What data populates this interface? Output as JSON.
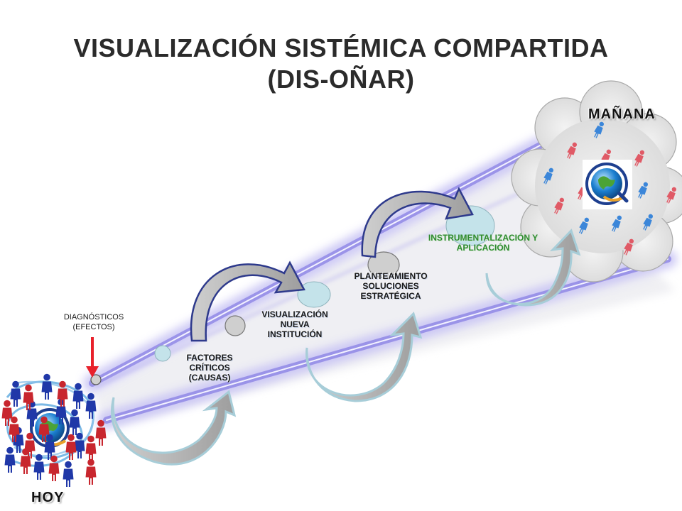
{
  "title": {
    "line1": "VISUALIZACIÓN SISTÉMICA COMPARTIDA",
    "line2": "(DIS-OÑAR)"
  },
  "labels": {
    "hoy": "HOY",
    "manana": "MAÑANA",
    "diagnosticos_line1": "DIAGNÓSTICOS",
    "diagnosticos_line2": "(EFECTOS)",
    "factores_line1": "FACTORES",
    "factores_line2": "CRÍTICOS",
    "factores_line3": "(CAUSAS)",
    "visualizacion_line1": "VISUALIZACIÓN",
    "visualizacion_line2": "NUEVA",
    "visualizacion_line3": "INSTITUCIÓN",
    "planteamiento_line1": "PLANTEAMIENTO",
    "planteamiento_line2": "SOLUCIONES",
    "planteamiento_line3": "ESTRATÉGICA",
    "instrumentalizacion_line1": "INSTRUMENTALIZACIÓN  Y",
    "instrumentalizacion_line2": "APLICACIÓN"
  },
  "colors": {
    "beam": "#6f66d9",
    "beam_glow": "#c7c3f3",
    "circle_teal": "#c4e3ea",
    "circle_gray": "#cfcfcf",
    "arrow_navy": "#2e3a8c",
    "arrow_light": "#b9dfe8",
    "pointer_red": "#e8212b",
    "instrumentalizacion_text": "#2e8b2e",
    "person_blue": "#2038a8",
    "person_red": "#c8262e"
  },
  "icons": [
    "globe-logo-icon",
    "person-figure-icon",
    "cloud-icon",
    "curved-arrow-icon",
    "red-pointer-arrow-icon"
  ]
}
